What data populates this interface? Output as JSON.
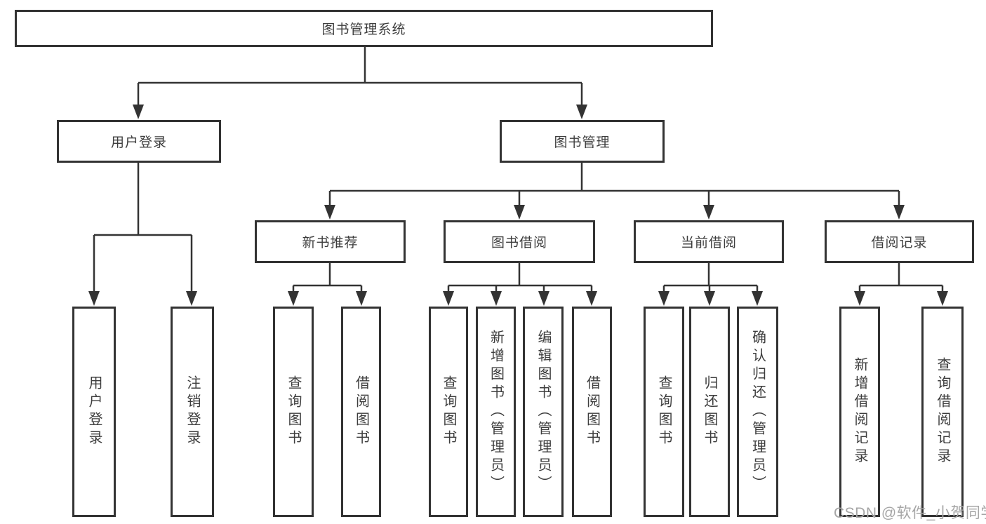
{
  "diagram": {
    "root": {
      "label": "图书管理系统"
    },
    "branches": [
      {
        "label": "用户登录",
        "children": [
          {
            "label": "用户登录"
          },
          {
            "label": "注销登录"
          }
        ]
      },
      {
        "label": "图书管理",
        "children": [
          {
            "label": "新书推荐",
            "children": [
              {
                "label": "查询图书"
              },
              {
                "label": "借阅图书"
              }
            ]
          },
          {
            "label": "图书借阅",
            "children": [
              {
                "label": "查询图书"
              },
              {
                "label": "新增图书（管理员）"
              },
              {
                "label": "编辑图书（管理员）"
              },
              {
                "label": "借阅图书"
              }
            ]
          },
          {
            "label": "当前借阅",
            "children": [
              {
                "label": "查询图书"
              },
              {
                "label": "归还图书"
              },
              {
                "label": "确认归还（管理员）"
              }
            ]
          },
          {
            "label": "借阅记录",
            "children": [
              {
                "label": "新增借阅记录"
              },
              {
                "label": "查询借阅记录"
              }
            ]
          }
        ]
      }
    ]
  },
  "watermark": {
    "text": "CSDN @软件_小贺同学"
  },
  "colors": {
    "line": "#333333",
    "border": "#333333",
    "text": "#3d3d3d",
    "watermark": "#a6a6a6",
    "background": "#ffffff"
  }
}
